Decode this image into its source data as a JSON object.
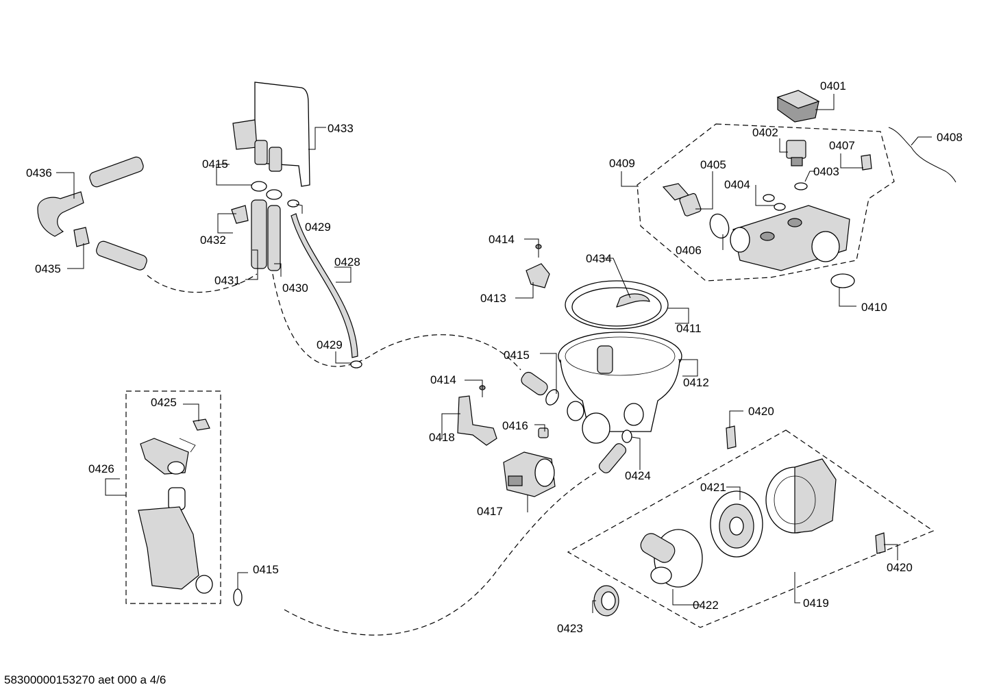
{
  "diagram": {
    "labels": {
      "l0401": "0401",
      "l0402": "0402",
      "l0403": "0403",
      "l0404": "0404",
      "l0405": "0405",
      "l0406": "0406",
      "l0407": "0407",
      "l0408": "0408",
      "l0409": "0409",
      "l0410": "0410",
      "l0411": "0411",
      "l0412": "0412",
      "l0413": "0413",
      "l0414a": "0414",
      "l0414b": "0414",
      "l0415a": "0415",
      "l0415b": "0415",
      "l0415c": "0415",
      "l0416": "0416",
      "l0417": "0417",
      "l0418": "0418",
      "l0419": "0419",
      "l0420a": "0420",
      "l0420b": "0420",
      "l0421": "0421",
      "l0422": "0422",
      "l0423": "0423",
      "l0424": "0424",
      "l0425": "0425",
      "l0426": "0426",
      "l0428": "0428",
      "l0429a": "0429",
      "l0429b": "0429",
      "l0430": "0430",
      "l0431": "0431",
      "l0432": "0432",
      "l0433": "0433",
      "l0434": "0434",
      "l0435": "0435",
      "l0436": "0436"
    },
    "footer": "58300000153270 aet 000 a 4/6"
  }
}
